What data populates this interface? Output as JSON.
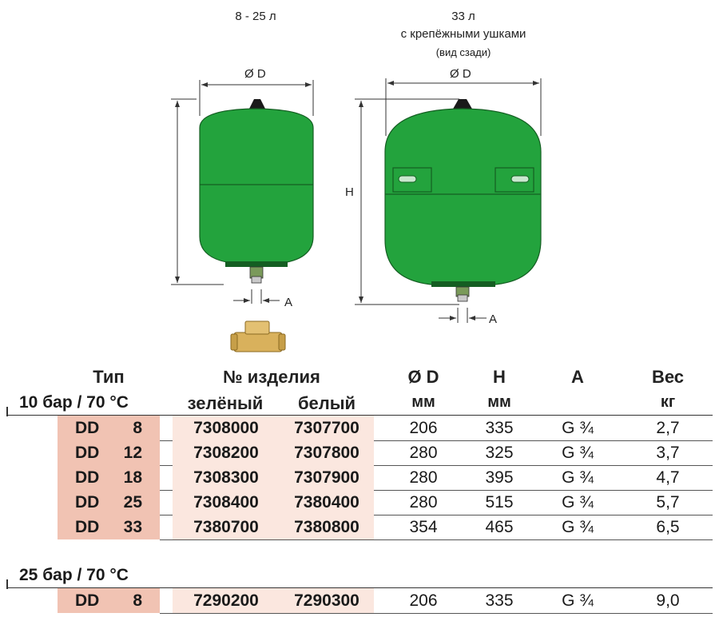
{
  "diagram": {
    "left_caption": "8 - 25 л",
    "right_caption_line1": "33 л",
    "right_caption_line2": "с крепёжными ушками",
    "right_caption_line3": "(вид сзади)",
    "dim_d_left": "Ø D",
    "dim_d_right": "Ø D",
    "dim_h": "H",
    "dim_a_left": "A",
    "dim_a_right": "A",
    "tank_color": "#23a33d",
    "fitting_color": "#d9b15c"
  },
  "table": {
    "headers": {
      "type": "Тип",
      "item_no": "№ изделия",
      "diameter": "Ø D",
      "height": "H",
      "a": "A",
      "weight": "Вес",
      "green": "зелёный",
      "white": "белый",
      "diameter_unit": "мм",
      "height_unit": "мм",
      "weight_unit": "кг"
    },
    "group1": {
      "title": "10 бар / 70 °C",
      "rows": [
        {
          "model": "DD",
          "size": "8",
          "green": "7308000",
          "white": "7307700",
          "d": "206",
          "h": "335",
          "a": "G ¾",
          "weight": "2,7"
        },
        {
          "model": "DD",
          "size": "12",
          "green": "7308200",
          "white": "7307800",
          "d": "280",
          "h": "325",
          "a": "G ¾",
          "weight": "3,7"
        },
        {
          "model": "DD",
          "size": "18",
          "green": "7308300",
          "white": "7307900",
          "d": "280",
          "h": "395",
          "a": "G ¾",
          "weight": "4,7"
        },
        {
          "model": "DD",
          "size": "25",
          "green": "7308400",
          "white": "7380400",
          "d": "280",
          "h": "515",
          "a": "G ¾",
          "weight": "5,7"
        },
        {
          "model": "DD",
          "size": "33",
          "green": "7380700",
          "white": "7380800",
          "d": "354",
          "h": "465",
          "a": "G ¾",
          "weight": "6,5"
        }
      ]
    },
    "group2": {
      "title": "25 бар / 70 °C",
      "rows": [
        {
          "model": "DD",
          "size": "8",
          "green": "7290200",
          "white": "7290300",
          "d": "206",
          "h": "335",
          "a": "G ¾",
          "weight": "9,0"
        }
      ]
    }
  }
}
